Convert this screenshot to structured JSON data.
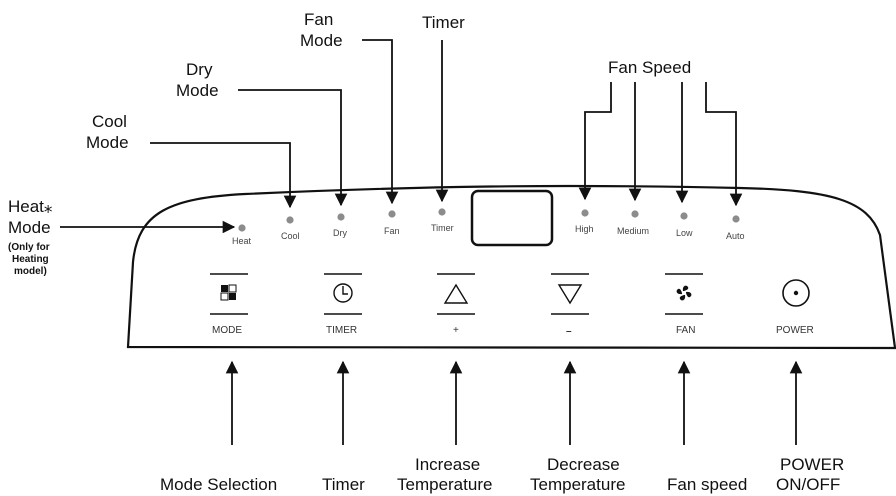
{
  "top_callouts": {
    "heat_line1": "Heat⁎",
    "heat_line2": "Mode",
    "heat_note1": "(Only for",
    "heat_note2": "Heating",
    "heat_note3": "model)",
    "cool_line1": "Cool",
    "cool_line2": "Mode",
    "dry_line1": "Dry",
    "dry_line2": "Mode",
    "fan_line1": "Fan",
    "fan_line2": "Mode",
    "timer": "Timer",
    "fan_speed": "Fan Speed"
  },
  "indicators": {
    "heat": "Heat",
    "cool": "Cool",
    "dry": "Dry",
    "fan": "Fan",
    "timer": "Timer",
    "high": "High",
    "medium": "Medium",
    "low": "Low",
    "auto": "Auto"
  },
  "buttons": {
    "mode": "MODE",
    "timer": "TIMER",
    "plus": "+",
    "minus": "–",
    "fan": "FAN",
    "power": "POWER"
  },
  "bottom_callouts": {
    "mode_selection": "Mode Selection",
    "timer": "Timer",
    "increase_line1": "Increase",
    "increase_line2": "Temperature",
    "decrease_line1": "Decrease",
    "decrease_line2": "Temperature",
    "fan_speed": "Fan speed",
    "power_line1": "POWER",
    "power_line2": "ON/OFF"
  },
  "colors": {
    "led": "#8c8c8c",
    "ink": "#111111"
  }
}
